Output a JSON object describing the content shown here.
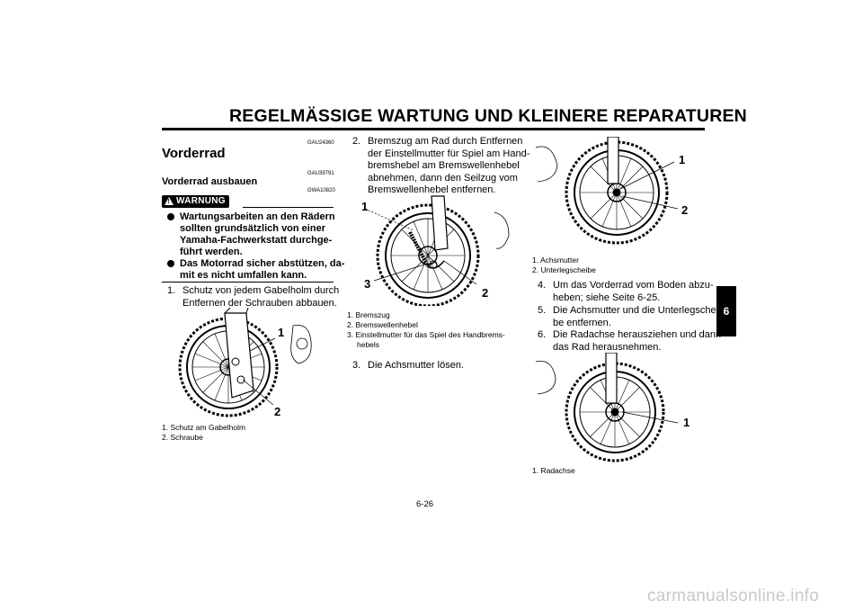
{
  "header": {
    "title": "REGELMÄSSIGE WARTUNG UND KLEINERE REPARATUREN"
  },
  "section": {
    "code1": "GAU24360",
    "title": "Vorderrad",
    "code2": "GAU39791",
    "subtitle": "Vorderrad ausbauen",
    "code3": "GWA10820"
  },
  "warning": {
    "label": "WARNUNG",
    "bullets": [
      [
        "Wartungsarbeiten an den Rädern",
        "sollten grundsätzlich von einer",
        "Yamaha-Fachwerkstatt durchge-",
        "führt werden."
      ],
      [
        "Das Motorrad sicher abstützen, da-",
        "mit es nicht umfallen kann."
      ]
    ]
  },
  "steps": {
    "s1": {
      "num": "1.",
      "lines": [
        "Schutz von jedem Gabelholm durch",
        "Entfernen der Schrauben abbauen."
      ]
    },
    "s2": {
      "num": "2.",
      "lines": [
        "Bremszug am Rad durch Entfernen",
        "der Einstellmutter für Spiel am Hand-",
        "bremshebel am Bremswellenhebel",
        "abnehmen, dann den Seilzug vom",
        "Bremswellenhebel entfernen."
      ]
    },
    "s3": {
      "num": "3.",
      "lines": [
        "Die Achsmutter lösen."
      ]
    },
    "s4": {
      "num": "4.",
      "lines": [
        "Um das Vorderrad vom Boden abzu-",
        "heben; siehe Seite 6-25."
      ]
    },
    "s5": {
      "num": "5.",
      "lines": [
        "Die Achsmutter und die Unterlegschei-",
        "be entfernen."
      ]
    },
    "s6": {
      "num": "6.",
      "lines": [
        "Die Radachse herausziehen und dann",
        "das Rad herausnehmen."
      ]
    }
  },
  "figures": {
    "fig1": {
      "callouts": [
        "1",
        "2"
      ],
      "captions": [
        "1. Schutz am Gabelholm",
        "2. Schraube"
      ]
    },
    "fig2": {
      "callouts": [
        "1",
        "2",
        "3"
      ],
      "captions": [
        "1. Bremszug",
        "2. Bremswellenhebel",
        "3. Einstellmutter für das Spiel des Handbrems-",
        "hebels"
      ]
    },
    "fig3": {
      "callouts": [
        "1",
        "2"
      ],
      "captions": [
        "1. Achsmutter",
        "2. Unterlegscheibe"
      ]
    },
    "fig4": {
      "callouts": [
        "1"
      ],
      "captions": [
        "1. Radachse"
      ]
    }
  },
  "tab": {
    "label": "6"
  },
  "page": {
    "number": "6-26"
  },
  "watermark": {
    "text": "carmanualsonline.info"
  }
}
